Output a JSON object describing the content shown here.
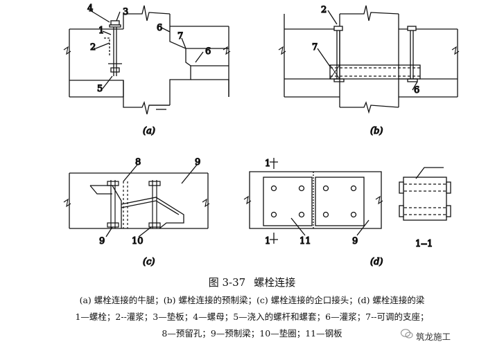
{
  "figure": {
    "number": "图 3-37",
    "title": "螺栓连接",
    "subfigure_labels": [
      "(a)",
      "(b)",
      "(c)",
      "(d)"
    ],
    "section_label": "1--1",
    "section_marks": [
      "1",
      "1"
    ],
    "callouts": {
      "a": [
        "4",
        "3",
        "1",
        "2",
        "5",
        "6",
        "7",
        "6"
      ],
      "b": [
        "2",
        "7",
        "6"
      ],
      "c": [
        "8",
        "9",
        "9",
        "10"
      ],
      "d": [
        "11",
        "9"
      ]
    },
    "caption_line1": "(a) 螺栓连接的牛腿；(b) 螺栓连接的预制梁；(c) 螺栓连接的企口接头；(d) 螺栓连接的梁",
    "caption_line2": "1—螺栓；2--灌浆；3—垫板；4—螺母；5—浇入的螺杆和螺套；6—灌浆；7--可调的支座；",
    "caption_line3": "8—预留孔；9—预制梁；10—垫圈；11—钢板"
  },
  "watermark": {
    "text": "筑龙施工",
    "icon": "wechat-logo-icon"
  }
}
